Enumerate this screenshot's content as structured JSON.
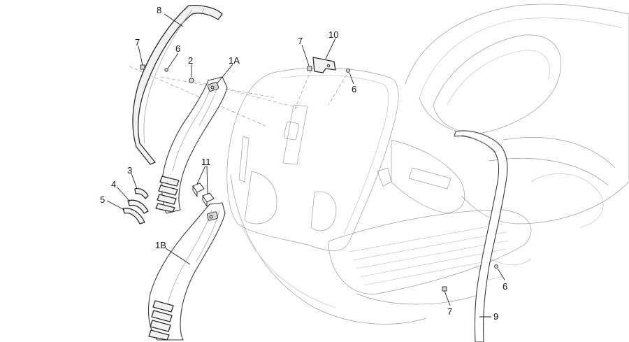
{
  "colors": {
    "line": "#3a3a3a",
    "faint": "#9a9a9a",
    "text": "#111111",
    "background": "#ffffff"
  },
  "callouts": {
    "c8": "8",
    "c7_top_left": "7",
    "c6_top_left": "6",
    "c2": "2",
    "c1a": "1A",
    "c7_top_mid": "7",
    "c10": "10",
    "c6_mid": "6",
    "c3": "3",
    "c4": "4",
    "c5": "5",
    "c11": "11",
    "c1b": "1B",
    "c6_bottom_right": "6",
    "c7_bottom": "7",
    "c9": "9"
  }
}
